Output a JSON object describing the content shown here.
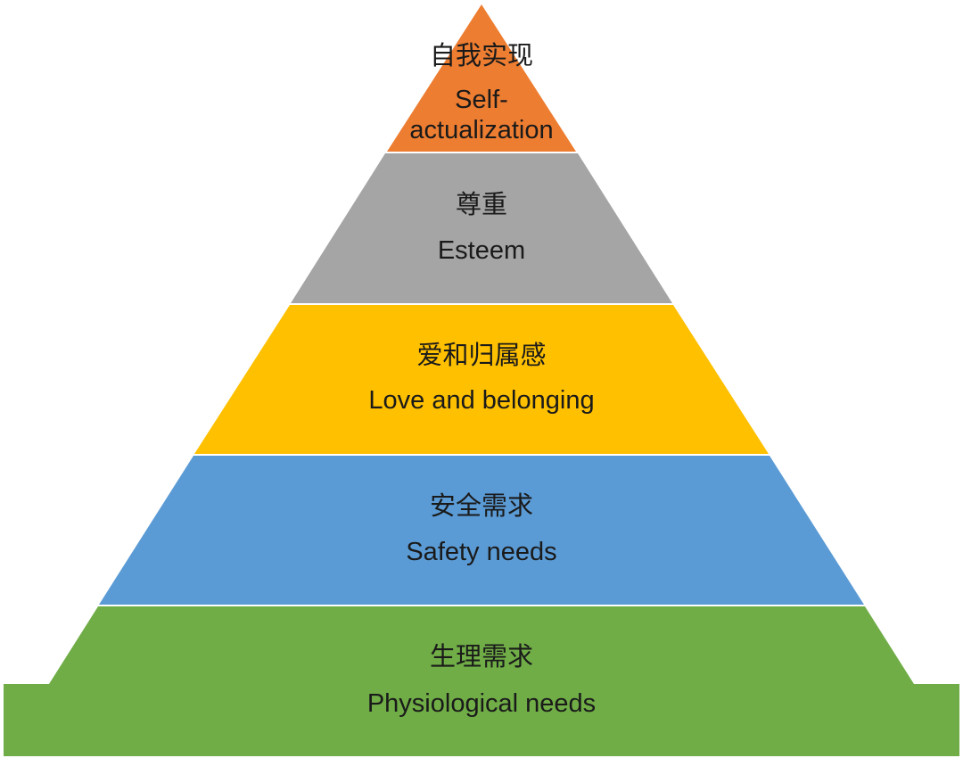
{
  "colors": {
    "self_actualization": "#ED7D31",
    "esteem": "#A5A5A5",
    "love": "#FFC000",
    "safety": "#5B9BD5",
    "physiological": "#70AD47"
  },
  "levels": [
    {
      "zh": "自我实现",
      "en_line1": "Self-",
      "en_line2": "actualization"
    },
    {
      "zh": "尊重",
      "en": "Esteem"
    },
    {
      "zh": "爱和归属感",
      "en": "Love and belonging"
    },
    {
      "zh": "安全需求",
      "en": "Safety needs"
    },
    {
      "zh": "生理需求",
      "en": "Physiological needs"
    }
  ]
}
